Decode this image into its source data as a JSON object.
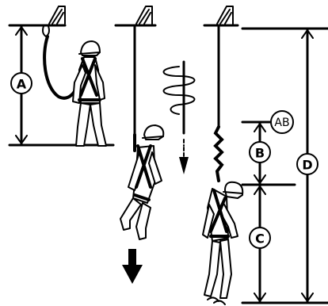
{
  "labels": {
    "a": "A",
    "b": "B",
    "c": "C",
    "d": "D",
    "ab": "AB"
  }
}
